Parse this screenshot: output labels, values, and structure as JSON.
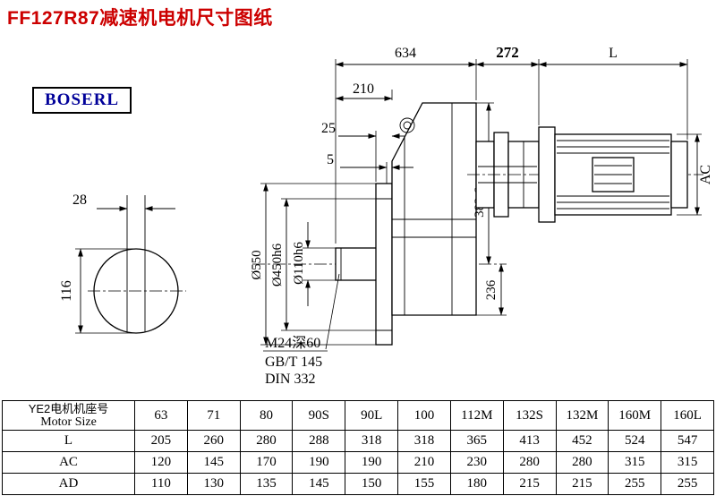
{
  "page": {
    "title": "FF127R87减速机电机尺寸图纸",
    "brand": "BOSERL"
  },
  "drawing": {
    "dims": {
      "total_length": "634",
      "adapter_length": "272",
      "motor_length": "L",
      "shaft_projection": "210",
      "dim25": "25",
      "dim5": "5",
      "key_width": "28",
      "key_height": "116",
      "flange_dia": "Ø550",
      "spigot_dia": "Ø450h6",
      "shaft_dia": "Ø110h6",
      "center_height_top": "382.6",
      "center_height_bottom": "236",
      "motor_dia": "AC"
    },
    "notes": {
      "tap_hole": "M24深60",
      "standard1": "GB/T 145",
      "standard2": "DIN 332"
    }
  },
  "table": {
    "header_cn": "YE2电机机座号",
    "header_en": "Motor Size",
    "sizes": [
      "63",
      "71",
      "80",
      "90S",
      "90L",
      "100",
      "112M",
      "132S",
      "132M",
      "160M",
      "160L"
    ],
    "rows": [
      {
        "label": "L",
        "values": [
          "205",
          "260",
          "280",
          "288",
          "318",
          "318",
          "365",
          "413",
          "452",
          "524",
          "547"
        ]
      },
      {
        "label": "AC",
        "values": [
          "120",
          "145",
          "170",
          "190",
          "190",
          "210",
          "230",
          "280",
          "280",
          "315",
          "315"
        ]
      },
      {
        "label": "AD",
        "values": [
          "110",
          "130",
          "135",
          "145",
          "150",
          "155",
          "180",
          "215",
          "215",
          "255",
          "255"
        ]
      }
    ]
  }
}
